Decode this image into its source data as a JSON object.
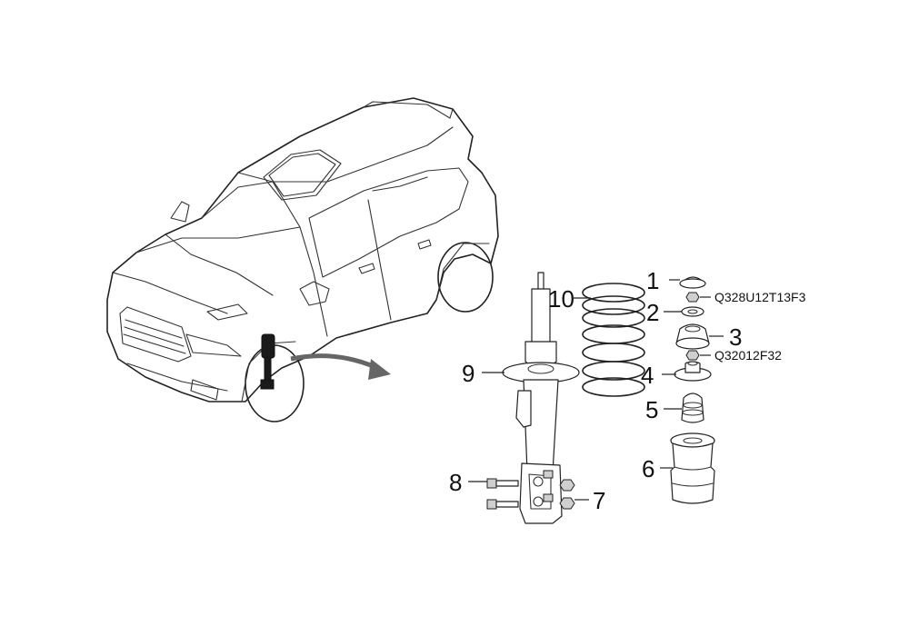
{
  "diagram": {
    "callouts": [
      {
        "id": "1",
        "label": "1"
      },
      {
        "id": "2",
        "label": "2"
      },
      {
        "id": "3",
        "label": "3"
      },
      {
        "id": "4",
        "label": "4"
      },
      {
        "id": "5",
        "label": "5"
      },
      {
        "id": "6",
        "label": "6"
      },
      {
        "id": "7",
        "label": "7"
      },
      {
        "id": "8",
        "label": "8"
      },
      {
        "id": "9",
        "label": "9"
      },
      {
        "id": "10",
        "label": "10"
      }
    ],
    "part_numbers": [
      {
        "id": "nut-upper",
        "label": "Q328U12T13F3"
      },
      {
        "id": "nut-lower",
        "label": "Q32012F32"
      }
    ]
  }
}
